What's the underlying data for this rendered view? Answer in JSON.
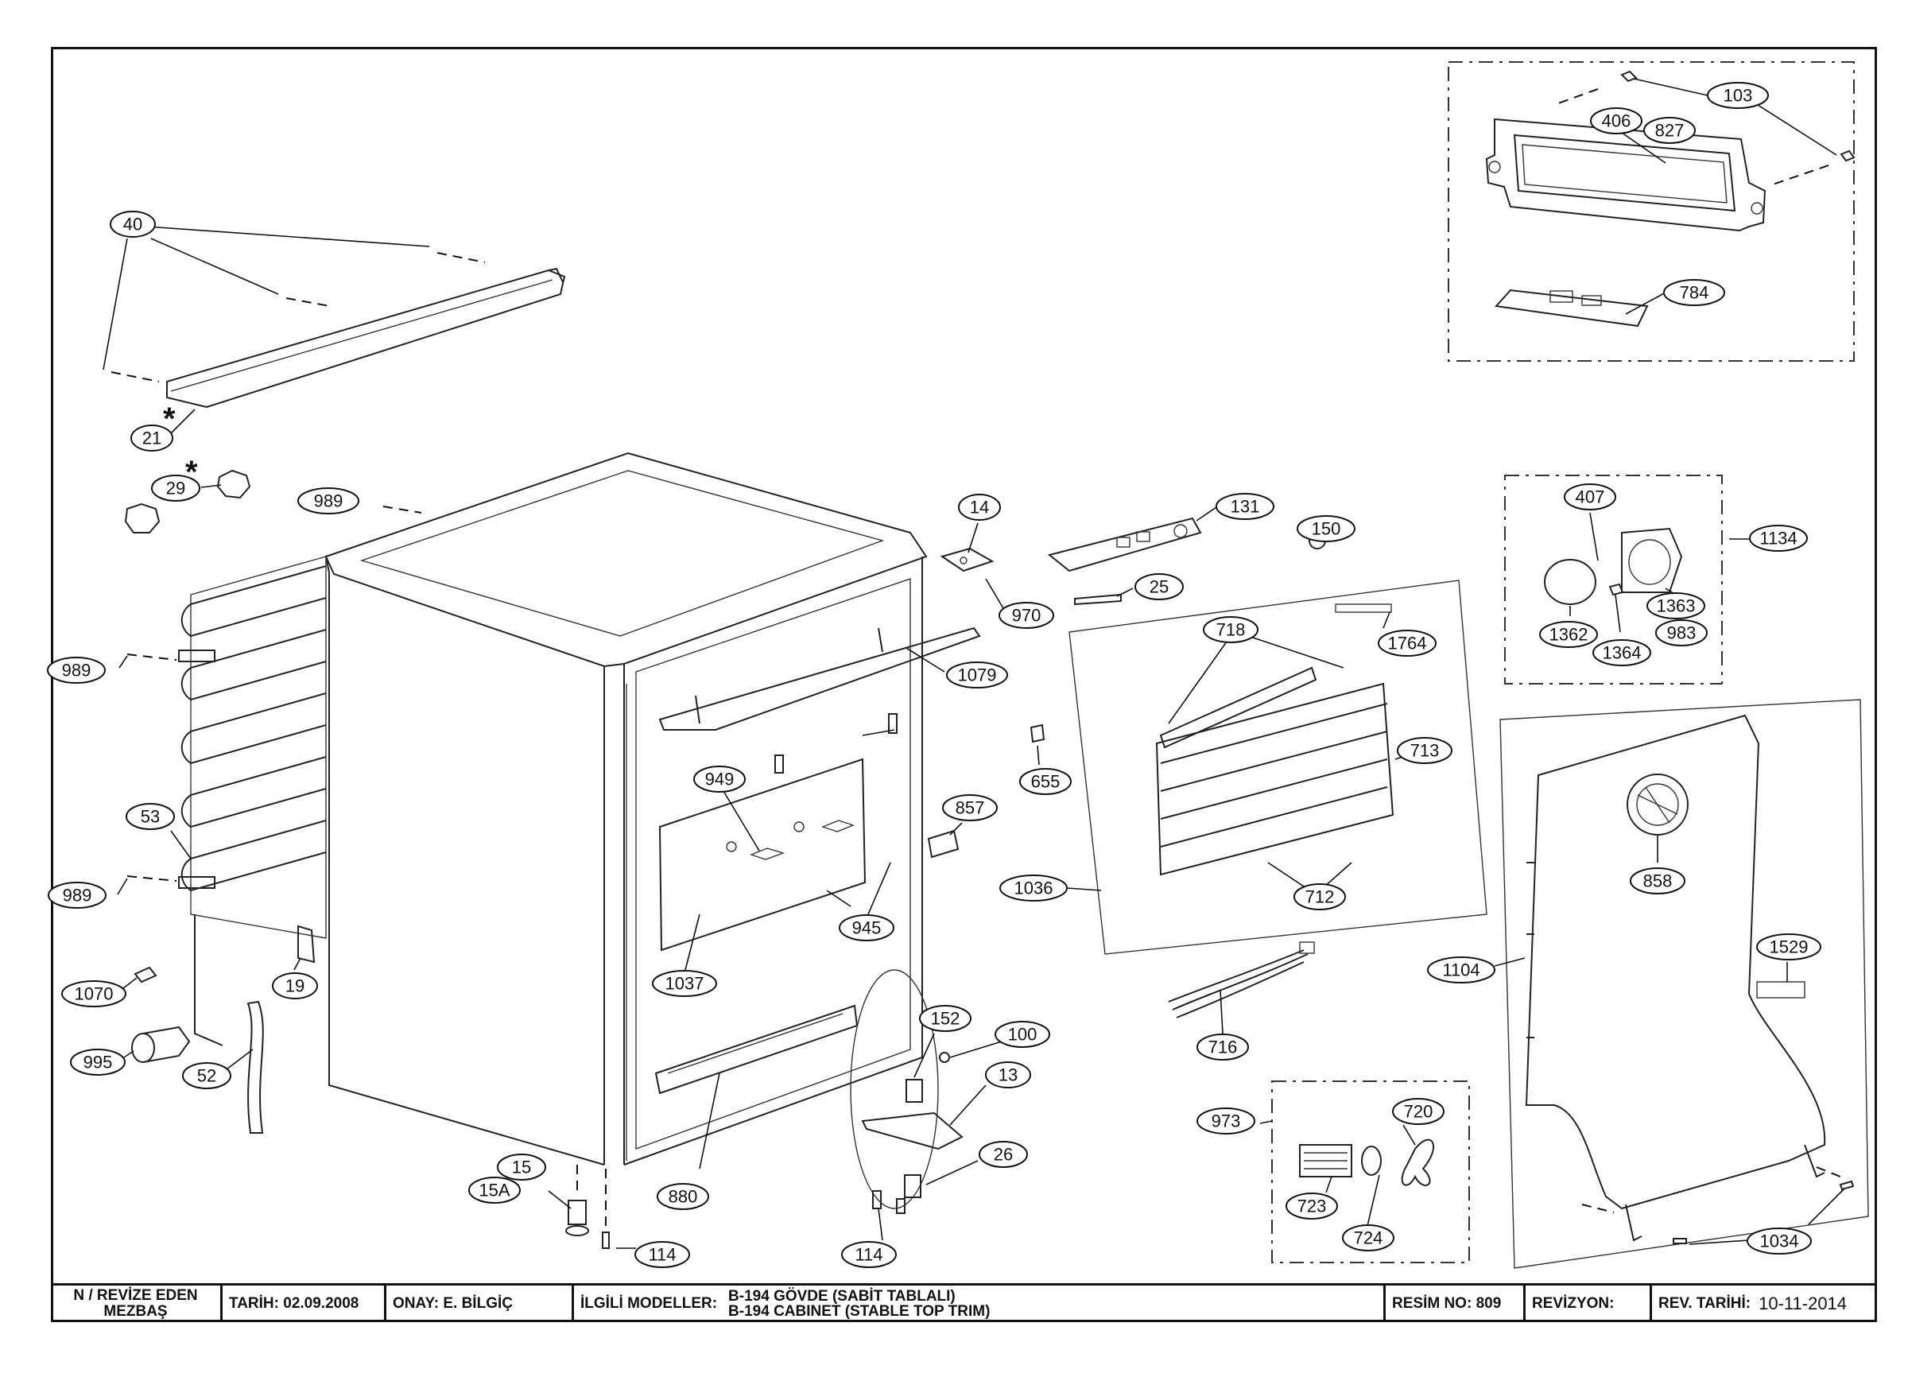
{
  "title_block": {
    "revize_label": "N / REVİZE EDEN",
    "revize_by": "MEZBAŞ",
    "date_label": "TARİH:",
    "date_value": "02.09.2008",
    "approval_label": "ONAY:",
    "approval_value": "E. BİLGİÇ",
    "models_label": "İLGİLİ MODELLER:",
    "models": [
      "B-194  GÖVDE (SABİT TABLALI)",
      "B-194 CABINET (STABLE TOP TRIM)"
    ],
    "drawing_no_label": "RESİM NO:",
    "drawing_no_value": "809",
    "revision_label": "REVİZYON:",
    "revision_value": "",
    "revision_date_label": "REV. TARİHİ:",
    "revision_date_value": "10-11-2014"
  },
  "asterisk": "*",
  "part_numbers": [
    "103",
    "406",
    "827",
    "784",
    "40",
    "21",
    "29",
    "989",
    "14",
    "131",
    "150",
    "970",
    "25",
    "718",
    "1764",
    "1079",
    "407",
    "1134",
    "1363",
    "1362",
    "1364",
    "983",
    "989",
    "53",
    "949",
    "655",
    "713",
    "857",
    "1036",
    "712",
    "989",
    "945",
    "858",
    "1070",
    "19",
    "1037",
    "1529",
    "1104",
    "716",
    "152",
    "100",
    "995",
    "52",
    "13",
    "720",
    "973",
    "15",
    "26",
    "15A",
    "880",
    "723",
    "724",
    "1034",
    "114",
    "114"
  ],
  "assemblies": {
    "top_right_box": [
      "103",
      "406",
      "827",
      "784"
    ],
    "light_box": [
      "407",
      "1134",
      "1363",
      "1362",
      "1364",
      "983"
    ],
    "evaporator_box": [
      "718",
      "1764",
      "713",
      "1036",
      "712"
    ],
    "fan_box": [
      "720",
      "973",
      "723",
      "724"
    ],
    "rear_cover": [
      "858",
      "1529",
      "1104",
      "1034"
    ]
  }
}
